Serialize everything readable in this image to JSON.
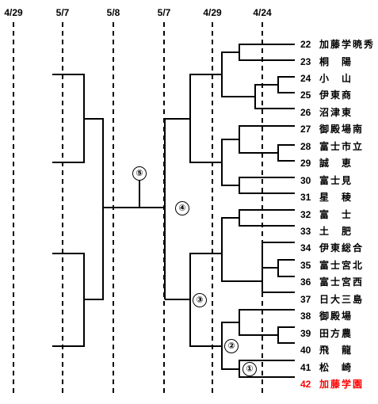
{
  "header": {
    "dates": [
      "4/29",
      "5/7",
      "5/8",
      "5/7",
      "4/29",
      "4/24"
    ]
  },
  "teams": [
    {
      "num": "22",
      "name": "加藤学暁秀",
      "highlight": false
    },
    {
      "num": "23",
      "name": "桐　陽",
      "highlight": false
    },
    {
      "num": "24",
      "name": "小　山",
      "highlight": false
    },
    {
      "num": "25",
      "name": "伊東商",
      "highlight": false
    },
    {
      "num": "26",
      "name": "沼津東",
      "highlight": false
    },
    {
      "num": "27",
      "name": "御殿場南",
      "highlight": false
    },
    {
      "num": "28",
      "name": "富士市立",
      "highlight": false
    },
    {
      "num": "29",
      "name": "誠　恵",
      "highlight": false
    },
    {
      "num": "30",
      "name": "富士見",
      "highlight": false
    },
    {
      "num": "31",
      "name": "星　稜",
      "highlight": false
    },
    {
      "num": "32",
      "name": "富　士",
      "highlight": false
    },
    {
      "num": "33",
      "name": "土　肥",
      "highlight": false
    },
    {
      "num": "34",
      "name": "伊東総合",
      "highlight": false
    },
    {
      "num": "35",
      "name": "富士宮北",
      "highlight": false
    },
    {
      "num": "36",
      "name": "富士宮西",
      "highlight": false
    },
    {
      "num": "37",
      "name": "日大三島",
      "highlight": false
    },
    {
      "num": "38",
      "name": "御殿場",
      "highlight": false
    },
    {
      "num": "39",
      "name": "田方農",
      "highlight": false
    },
    {
      "num": "40",
      "name": "飛　龍",
      "highlight": false
    },
    {
      "num": "41",
      "name": "松　崎",
      "highlight": false
    },
    {
      "num": "42",
      "name": "加藤学園",
      "highlight": true
    }
  ],
  "game_markers": [
    "①",
    "②",
    "③",
    "④",
    "⑤"
  ],
  "colors": {
    "line": "#000000",
    "highlight": "#ff0000",
    "background": "#ffffff"
  }
}
